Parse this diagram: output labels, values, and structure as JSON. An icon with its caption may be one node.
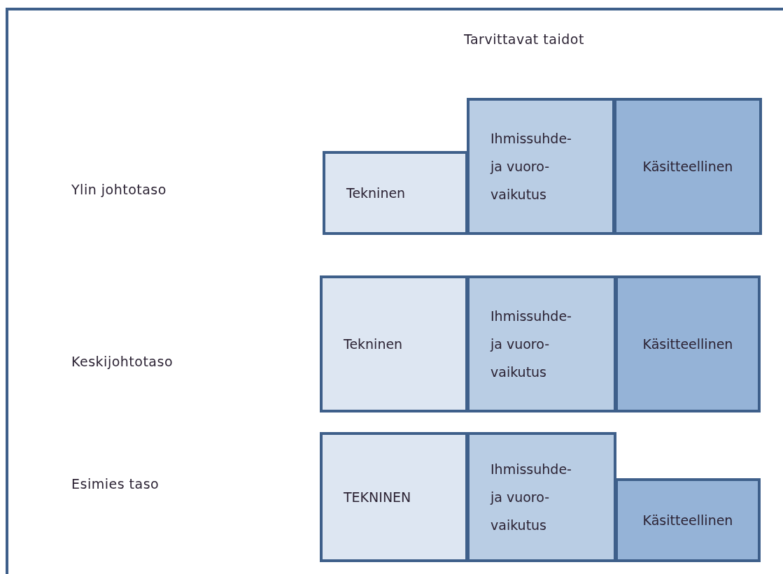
{
  "diagram": {
    "title": "Tarvittavat taidot",
    "nodes": [
      {
        "text": [
          "Tekninen"
        ]
      },
      {
        "text": [
          "Ihmissuhde- ja vuoro- vaikutus"
        ]
      },
      {
        "text": [
          "Käsitteellinen"
        ]
      },
      {
        "text": [
          "Tekninen"
        ]
      },
      {
        "text": [
          "Ihmissuhde- ja vuoro- vaikutus"
        ]
      },
      {
        "text": [
          "Käsitteellinen"
        ]
      },
      {
        "text": [
          "TEKNINEN"
        ]
      },
      {
        "text": [
          "Ihmissuhde- ja vuoro- vaikutus"
        ]
      },
      {
        "text": [
          "Käsitteellinen"
        ]
      }
    ],
    "labels": [
      "Ylin johtotaso",
      "Keskijohtotaso",
      "Esimies taso"
    ]
  }
}
